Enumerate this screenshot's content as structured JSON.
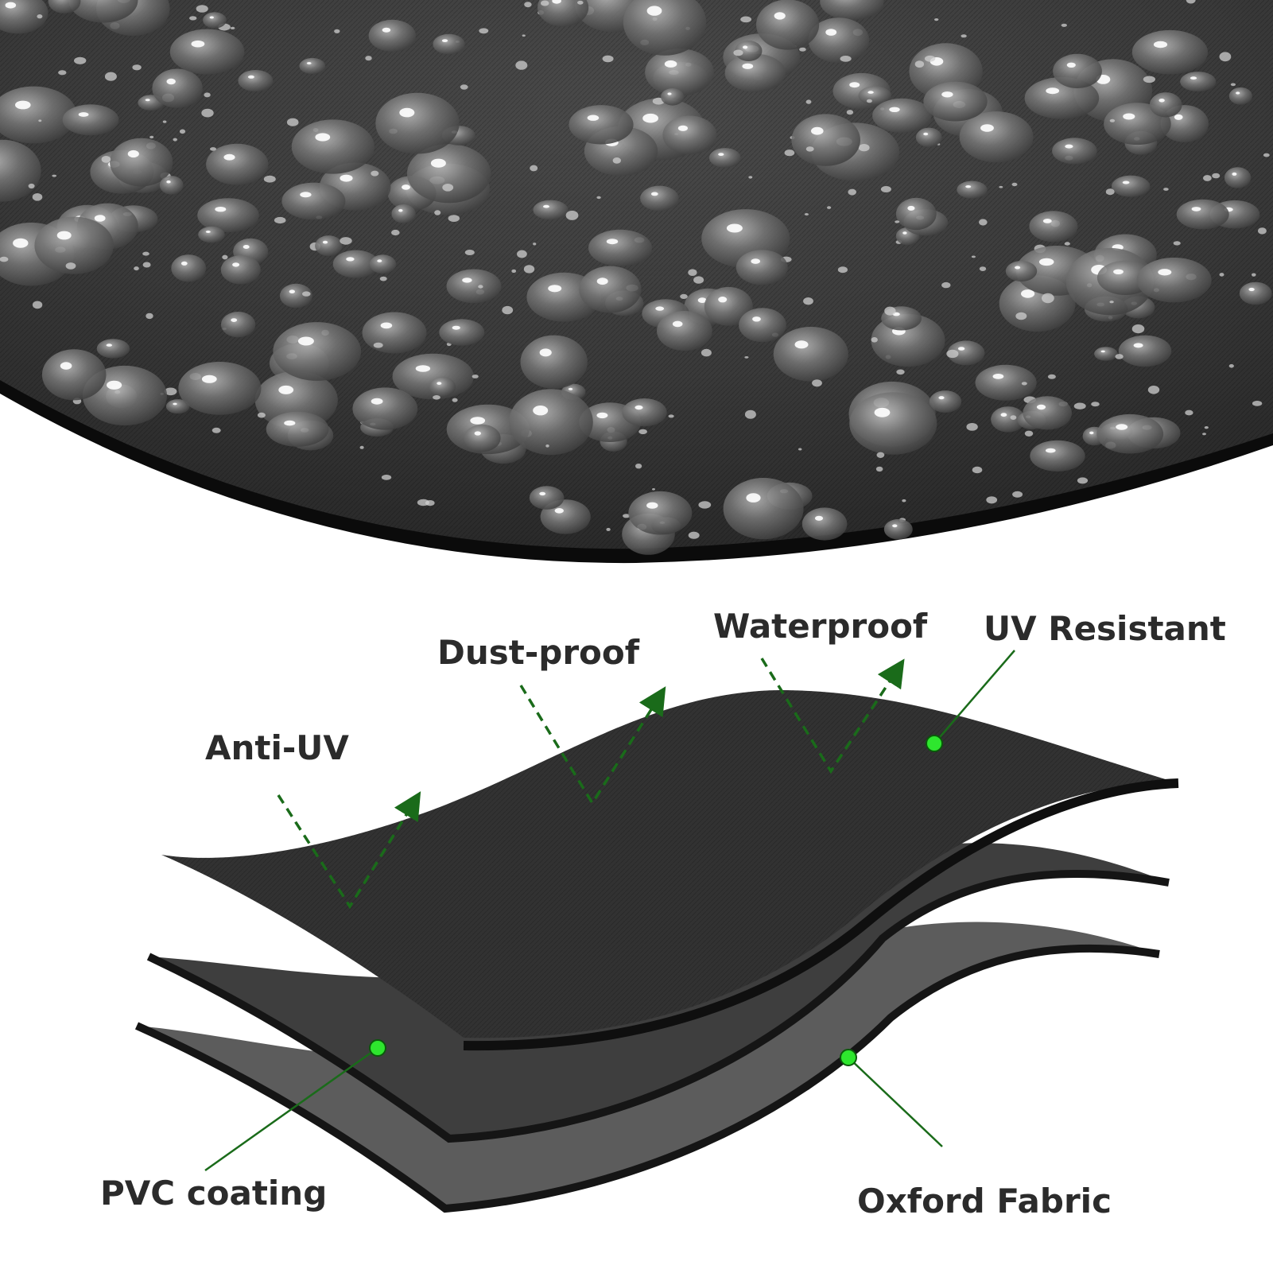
{
  "labels": {
    "waterproof": "Waterproof",
    "uv_resistant": "UV Resistant",
    "dust_proof": "Dust-proof",
    "anti_uv": "Anti-UV",
    "pvc_coating": "PVC coating",
    "oxford_fabric": "Oxford Fabric"
  },
  "colors": {
    "fabric_dark": "#2b2b2b",
    "fabric_mid": "#3a3a3a",
    "fabric_light": "#5a5a5a",
    "edge": "#111111",
    "accent_green": "#1a6b1a",
    "dot_green": "#2ee62e",
    "text": "#2b2b2b"
  },
  "icons": {
    "arrow": "dashed-deflect-arrow-icon",
    "dot": "green-dot-icon"
  }
}
